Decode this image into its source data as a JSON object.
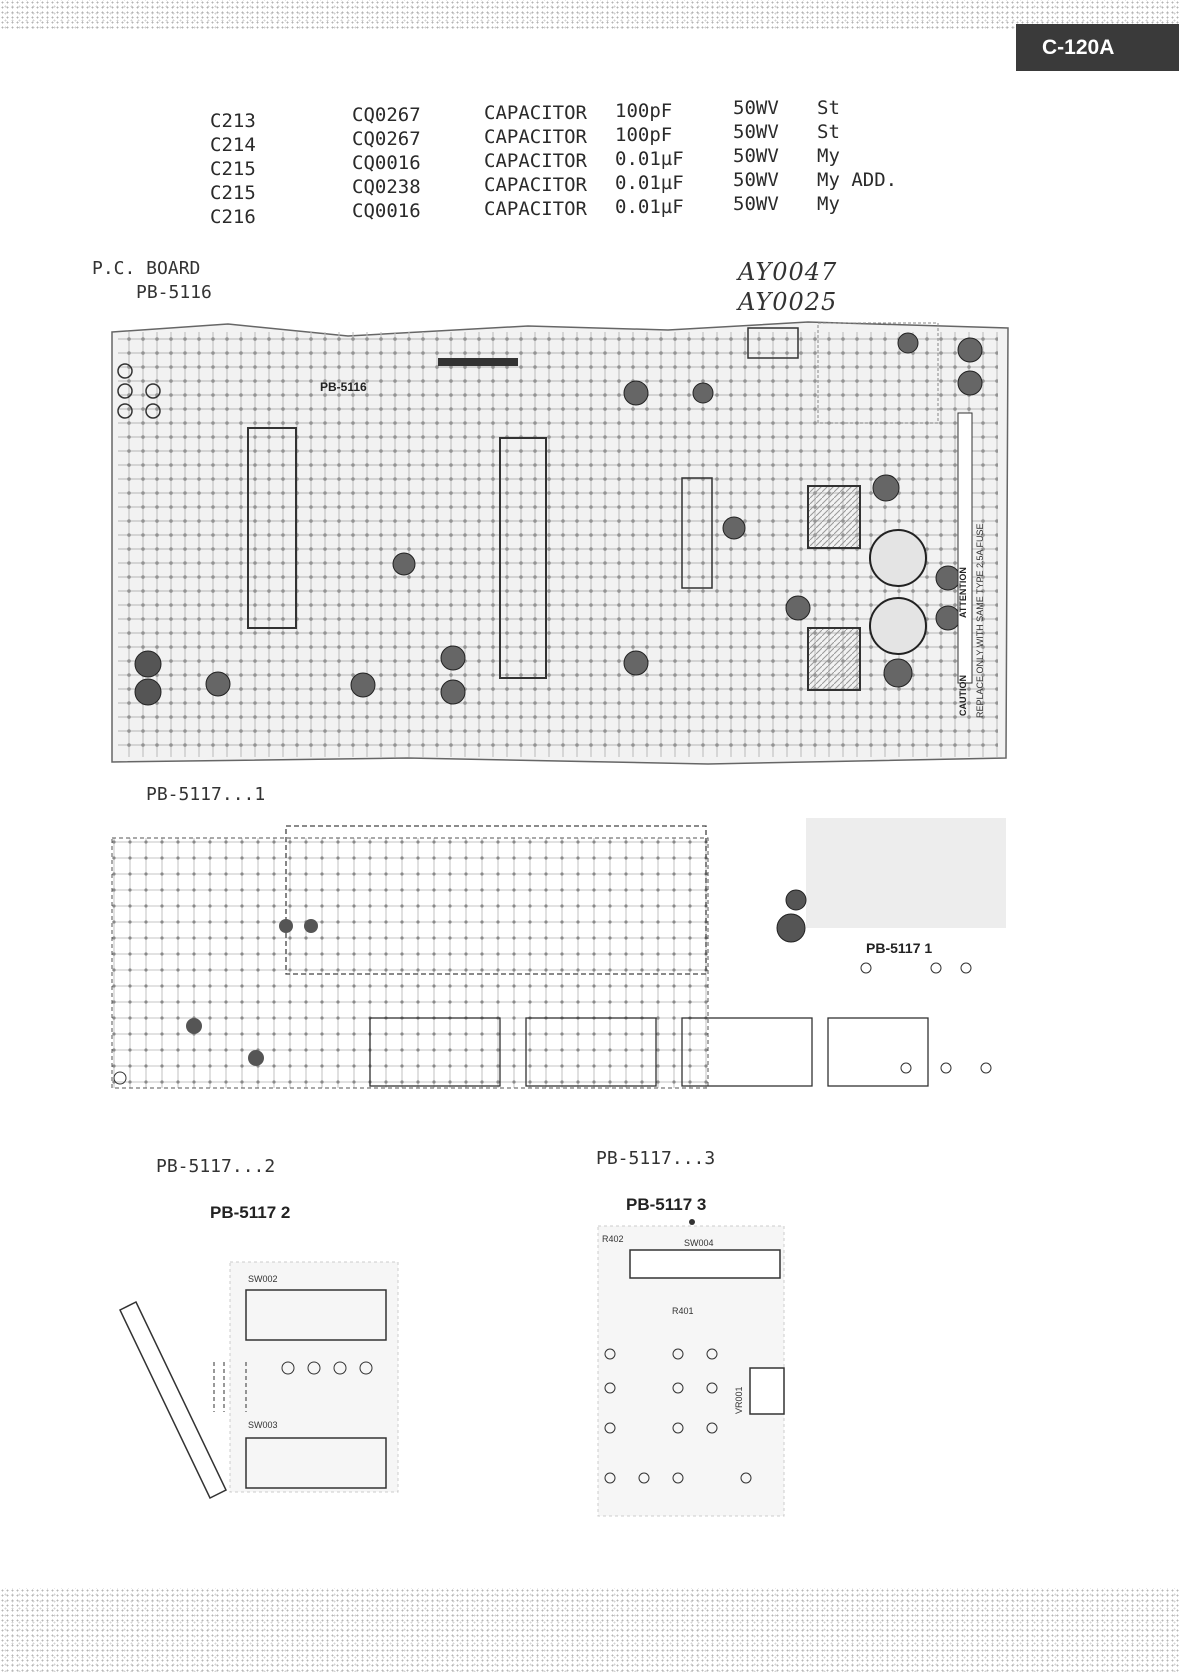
{
  "header": {
    "model": "C-120A"
  },
  "parts": [
    {
      "ref": "C213",
      "code": "CQ0267",
      "name": "CAPACITOR",
      "value": "100pF",
      "voltage": "50WV",
      "type": "St"
    },
    {
      "ref": "C214",
      "code": "CQ0267",
      "name": "CAPACITOR",
      "value": "100pF",
      "voltage": "50WV",
      "type": "St"
    },
    {
      "ref": "C215",
      "code": "CQ0016",
      "name": "CAPACITOR",
      "value": "0.01µF",
      "voltage": "50WV",
      "type": "My"
    },
    {
      "ref": "C215",
      "code": "CQ0238",
      "name": "CAPACITOR",
      "value": "0.01µF",
      "voltage": "50WV",
      "type": "My ADD."
    },
    {
      "ref": "C216",
      "code": "CQ0016",
      "name": "CAPACITOR",
      "value": "0.01µF",
      "voltage": "50WV",
      "type": "My"
    }
  ],
  "board_main": {
    "caption_line1": "P.C. BOARD",
    "caption_line2": "PB-5116",
    "handwritten_1": "AY0047",
    "handwritten_2": "AY0025",
    "silkscreen": "PB-5116",
    "attention": "ATTENTION",
    "caution": "CAUTION",
    "fuse_note": "REPLACE ONLY WITH SAME TYPE 2.5A FUSE"
  },
  "board_1": {
    "caption": "PB-5117...1",
    "silkscreen": "PB-5117 1"
  },
  "board_2": {
    "caption": "PB-5117...2",
    "silkscreen": "PB-5117 2",
    "sw_a": "SW002",
    "sw_b": "SW003"
  },
  "board_3": {
    "caption": "PB-5117...3",
    "silkscreen": "PB-5117 3",
    "sw": "SW004",
    "r_a": "R402",
    "r_b": "R401",
    "vr": "VR001"
  }
}
